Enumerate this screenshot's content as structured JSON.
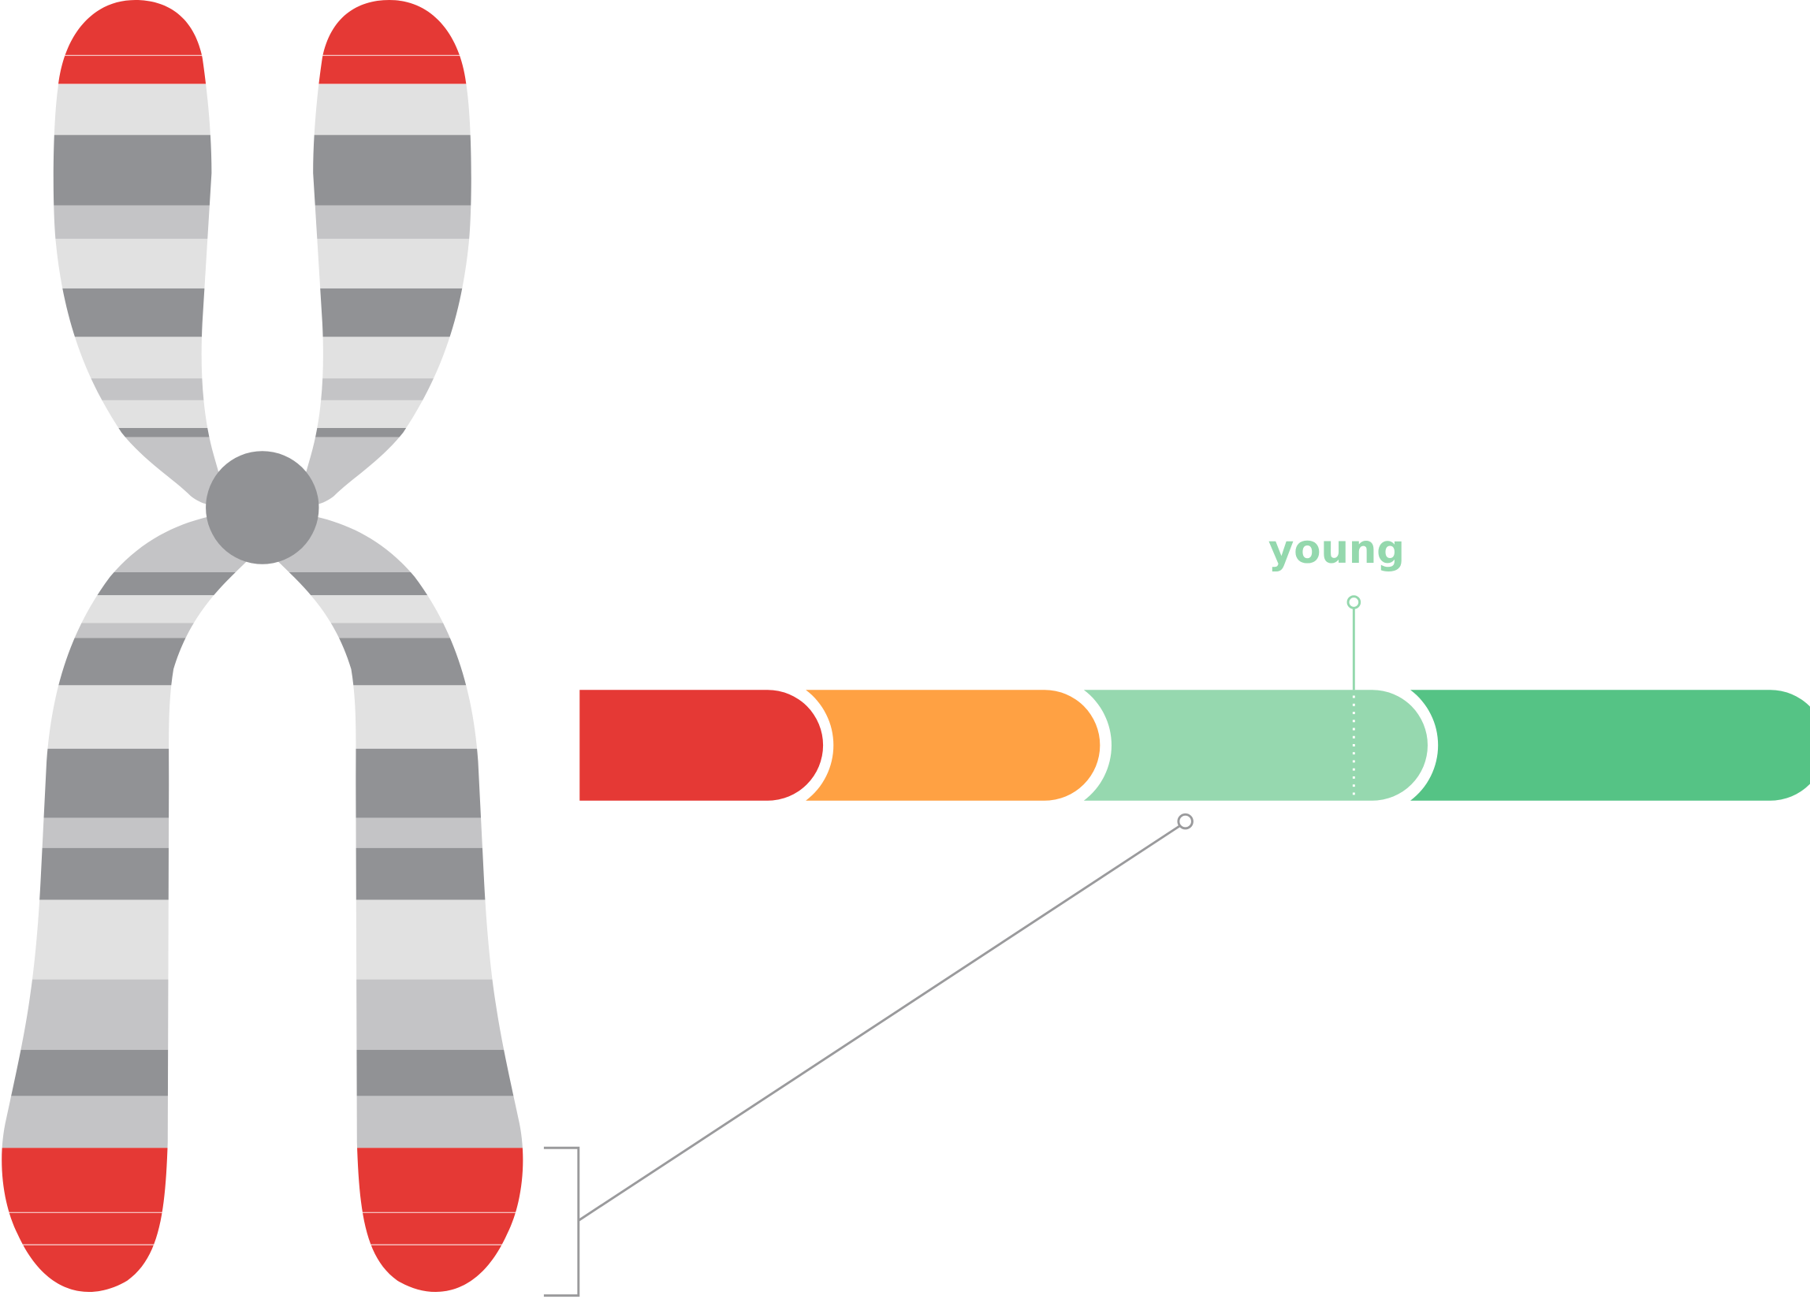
{
  "diagram": {
    "telomere_label": "young",
    "colors": {
      "telomere_red": "#e53935",
      "band_light": "#e1e1e1",
      "band_mid": "#c4c4c6",
      "band_dark": "#919295",
      "segment_red": "#e53935",
      "segment_orange": "#ffa143",
      "segment_light_green": "#96d8af",
      "segment_green": "#55c385",
      "connector_gray": "#9a9a9c",
      "label_green": "#94d8ad"
    },
    "telomere_segments": [
      "red",
      "orange",
      "light-green",
      "green"
    ]
  }
}
